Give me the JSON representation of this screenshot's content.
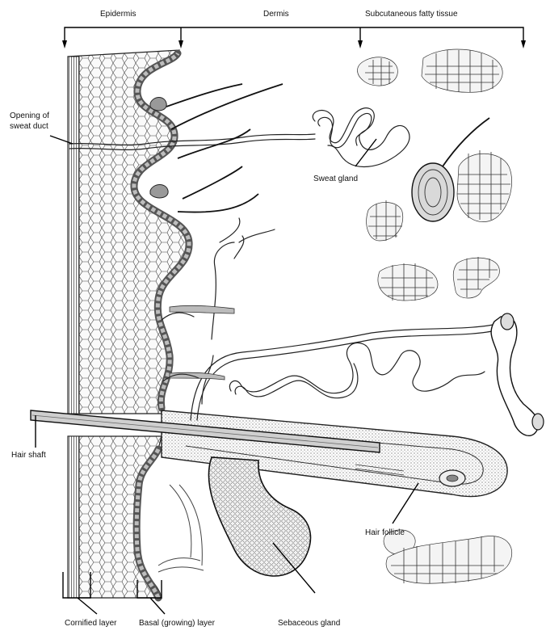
{
  "labels": {
    "epidermis": "Epidermis",
    "dermis": "Dermis",
    "subcutaneous": "Subcutaneous fatty tissue",
    "opening_sweat_duct_line1": "Opening of",
    "opening_sweat_duct_line2": "sweat duct",
    "sweat_gland": "Sweat gland",
    "hair_shaft": "Hair shaft",
    "hair_follicle": "Hair follicle",
    "cornified_layer": "Cornified layer",
    "basal_layer": "Basal (growing) layer",
    "sebaceous_gland": "Sebaceous gland"
  }
}
